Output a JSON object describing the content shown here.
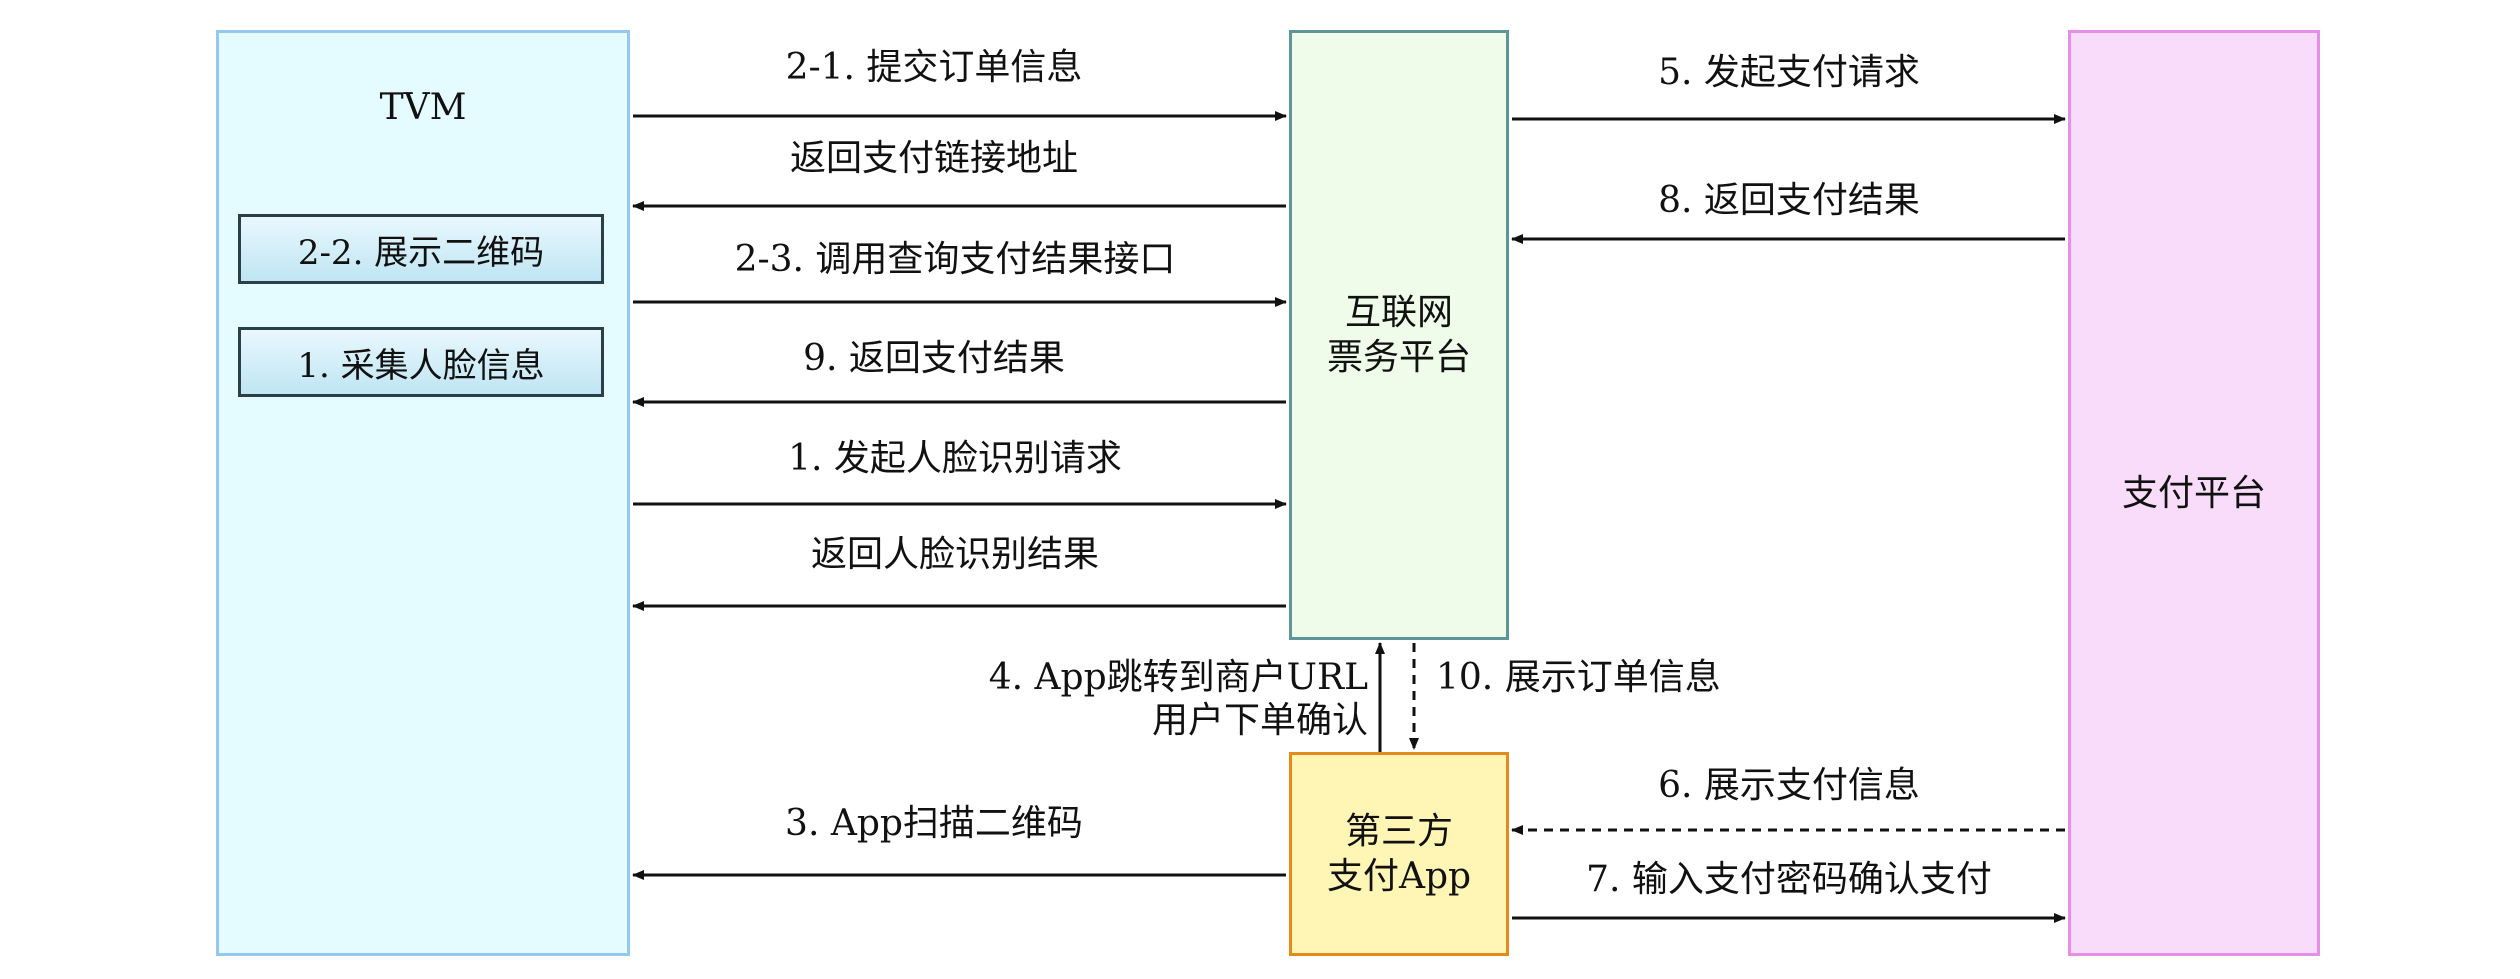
{
  "nodes": {
    "tvm": "TVM",
    "tvm_show_qr": "2-2. 展示二维码",
    "tvm_collect_face": "1. 采集人脸信息",
    "ticket_platform": "互联网\n票务平台",
    "third_party_app": "第三方\n支付App",
    "payment_platform": "支付平台"
  },
  "messages": {
    "submit_order": "2-1. 提交订单信息",
    "return_payment_link": "返回支付链接地址",
    "query_payment_result": "2-3. 调用查询支付结果接口",
    "return_payment_result_9": "9. 返回支付结果",
    "face_request": "1. 发起人脸识别请求",
    "face_result": "返回人脸识别结果",
    "app_jump": "4. App跳转到商户URL\n用户下单确认",
    "show_order": "10. 展示订单信息",
    "scan_qr": "3. App扫描二维码",
    "start_payment": "5. 发起支付请求",
    "return_payment_result_8": "8. 返回支付结果",
    "show_payment_info": "6. 展示支付信息",
    "enter_password": "7. 输入支付密码确认支付"
  },
  "colors": {
    "tvm_fill": "#e4fbff",
    "tvm_border": "#94c8ee",
    "ticket_fill": "#effcea",
    "ticket_border": "#5e9598",
    "app_fill": "#fff6b6",
    "app_border": "#e58b1b",
    "payment_fill": "#f9dcf9",
    "payment_border": "#e490e8"
  }
}
